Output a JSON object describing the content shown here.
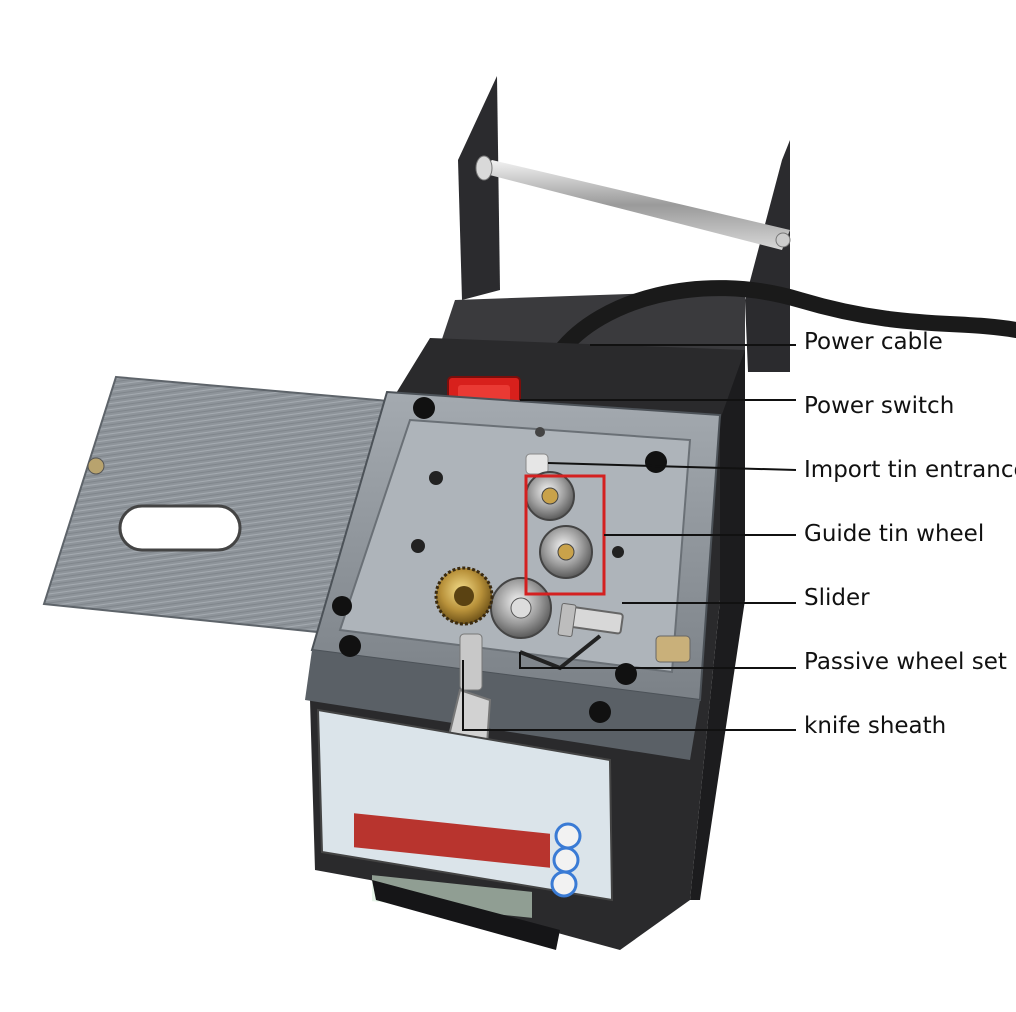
{
  "callouts": [
    {
      "id": "power-cable",
      "label": "Power cable"
    },
    {
      "id": "power-switch",
      "label": "Power switch"
    },
    {
      "id": "import-tin-entrance",
      "label": "Import tin entrance"
    },
    {
      "id": "guide-tin-wheel",
      "label": "Guide tin wheel"
    },
    {
      "id": "slider",
      "label": "Slider"
    },
    {
      "id": "passive-wheel-set",
      "label": "Passive wheel set"
    },
    {
      "id": "knife-sheath",
      "label": "knife sheath"
    }
  ],
  "colors": {
    "housing": "#2a2a2c",
    "tray": "#8a9096",
    "display": "#b8342e",
    "switch": "#d8201c",
    "highlight_box": "#d42020",
    "leader_line": "#111111"
  }
}
